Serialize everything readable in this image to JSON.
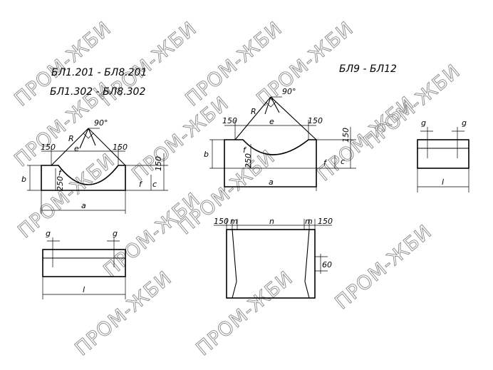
{
  "titles": {
    "left_line1": "БЛ1.201 - БЛ8.201",
    "left_line2": "БЛ1.302 - БЛ8.302",
    "right": "БЛ9 - БЛ12"
  },
  "labels": {
    "angle": "90°",
    "R": "R",
    "e": "e",
    "a": "a",
    "b": "b",
    "c": "c",
    "f": "f",
    "g": "g",
    "l": "l",
    "m": "m",
    "n": "n",
    "d150": "150",
    "d250": "250",
    "d60": "60"
  },
  "watermark": "ПРОМ-ЖБИ"
}
